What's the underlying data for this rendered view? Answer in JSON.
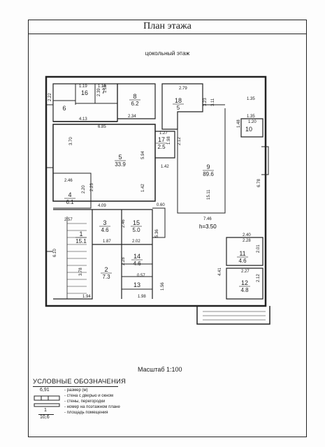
{
  "header": {
    "title": "План этажа",
    "subtitle": "цокольный этаж"
  },
  "rooms": [
    {
      "id": "r1",
      "number": "1",
      "area": "15.1"
    },
    {
      "id": "r2",
      "number": "2",
      "area": "7.3"
    },
    {
      "id": "r3",
      "number": "3",
      "area": "4.6"
    },
    {
      "id": "r4",
      "number": "4",
      "area": "6.1"
    },
    {
      "id": "r5",
      "number": "5",
      "area": "33.9"
    },
    {
      "id": "r6",
      "number": "6",
      "area": ""
    },
    {
      "id": "r7",
      "number": "7",
      "area": ""
    },
    {
      "id": "r8",
      "number": "8",
      "area": "6.2"
    },
    {
      "id": "r9",
      "number": "9",
      "area": "89.6"
    },
    {
      "id": "r10",
      "number": "10",
      "area": ""
    },
    {
      "id": "r11",
      "number": "11",
      "area": "4.6"
    },
    {
      "id": "r12",
      "number": "12",
      "area": "4.8"
    },
    {
      "id": "r13",
      "number": "13",
      "area": ""
    },
    {
      "id": "r14",
      "number": "14",
      "area": "4.6"
    },
    {
      "id": "r15",
      "number": "15",
      "area": "5.0"
    },
    {
      "id": "r16",
      "number": "16",
      "area": ""
    },
    {
      "id": "r17",
      "number": "17",
      "area": "2.5"
    },
    {
      "id": "r18",
      "number": "18",
      "area": "5"
    }
  ],
  "dimensions": [
    "2.22",
    "1.19",
    "1.18",
    "1.19",
    "2.39",
    "4.13",
    "2.34",
    "2.79",
    "1.35",
    "3.11",
    "3.23",
    "1.35",
    "6.85",
    "1.27",
    "1.98",
    "2.12",
    "1.48",
    "1.20",
    "3.70",
    "5.94",
    "1.42",
    "6.78",
    "2.46",
    "2.20",
    "2.23",
    "1.42",
    "4.09",
    "0.60",
    "15.11",
    "2.57",
    "5.36",
    "7.46",
    "6.10",
    "1.87",
    "2.02",
    "2.46",
    "2.40",
    "2.28",
    "2.01",
    "3.78",
    "2.28",
    "2.27",
    "4.41",
    "0.57",
    "1.56",
    "2.12",
    "1.94",
    "1.98"
  ],
  "height_label": "h=3.50",
  "scale_label": "Масштаб 1:100",
  "legend": {
    "title": "УСЛОВНЫЕ ОБОЗНАЧЕНИЯ",
    "size_sample": "6,91",
    "room_sample_number": "1",
    "room_sample_area": "10,6",
    "items": [
      "- размер (м)",
      "- стена с дверью и окном",
      "- стены, перегородки",
      "- номер на поэтажном плане",
      "- площадь помещения"
    ]
  }
}
